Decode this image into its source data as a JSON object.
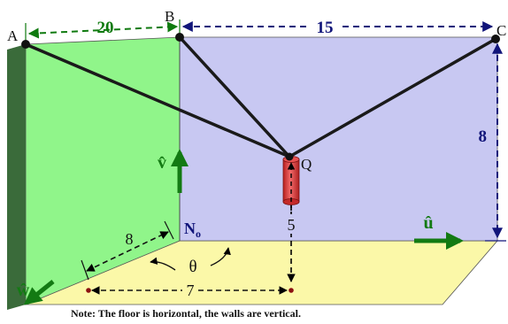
{
  "points": {
    "A": "A",
    "B": "B",
    "C": "C",
    "Q": "Q",
    "origin_base": "N",
    "origin_sub": "o"
  },
  "dimensions": {
    "AB": "20",
    "BC": "15",
    "C_height": "8",
    "Q_height": "5",
    "floor_depth": "8",
    "floor_offset": "7",
    "angle": "θ"
  },
  "unit_vectors": {
    "u": "û",
    "v": "v̂",
    "w": "ŵ"
  },
  "note": "Note: The floor is horizontal, the walls are vertical.",
  "colors": {
    "left_wall": "#90f58a",
    "left_wall_edge": "#3a6b3a",
    "back_wall": "#c8c8f2",
    "floor": "#fbf8a8",
    "cable": "#1a1a1a",
    "dimension_blue": "#11157a",
    "green_dim": "#0f7a0f",
    "unit_vector": "#137a13",
    "cylinder": "#d83838",
    "point_marker": "#8b1010"
  }
}
